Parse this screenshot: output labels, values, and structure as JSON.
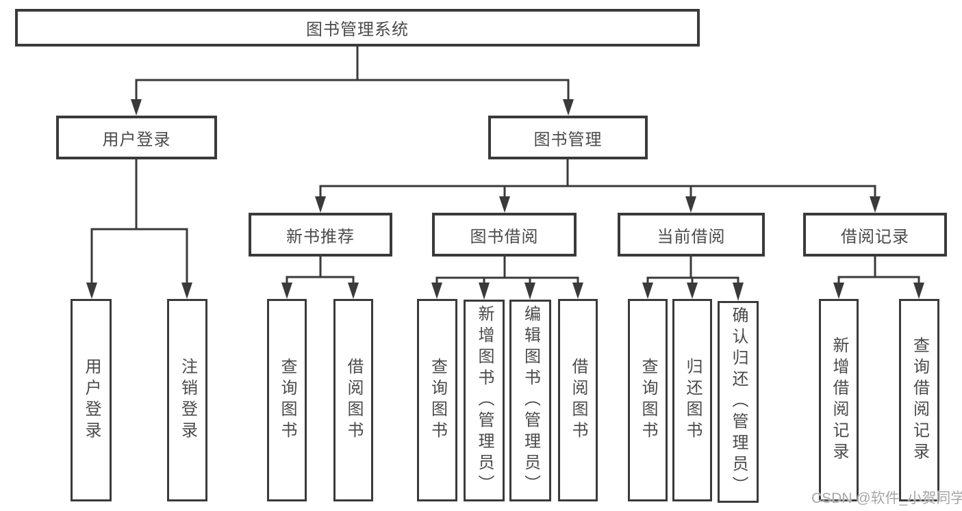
{
  "diagram": {
    "type": "hierarchy-tree",
    "root": {
      "label": "图书管理系统",
      "children": [
        {
          "label": "用户登录",
          "children": [
            {
              "label": "用户登录"
            },
            {
              "label": "注销登录"
            }
          ]
        },
        {
          "label": "图书管理",
          "children": [
            {
              "label": "新书推荐",
              "children": [
                {
                  "label": "查询图书"
                },
                {
                  "label": "借阅图书"
                }
              ]
            },
            {
              "label": "图书借阅",
              "children": [
                {
                  "label": "查询图书"
                },
                {
                  "label": "新增图书（管理员）"
                },
                {
                  "label": "编辑图书（管理员）"
                },
                {
                  "label": "借阅图书"
                }
              ]
            },
            {
              "label": "当前借阅",
              "children": [
                {
                  "label": "查询图书"
                },
                {
                  "label": "归还图书"
                },
                {
                  "label": "确认归还（管理员）"
                }
              ]
            },
            {
              "label": "借阅记录",
              "children": [
                {
                  "label": "新增借阅记录"
                },
                {
                  "label": "查询借阅记录"
                }
              ]
            }
          ]
        }
      ]
    },
    "watermark": "CSDN @软件_小贺同学",
    "colors": {
      "line": "#3a3a3a",
      "box_border": "#3a3a3a",
      "text": "#4a4a4a",
      "background": "#ffffff",
      "watermark": "#969696"
    }
  }
}
